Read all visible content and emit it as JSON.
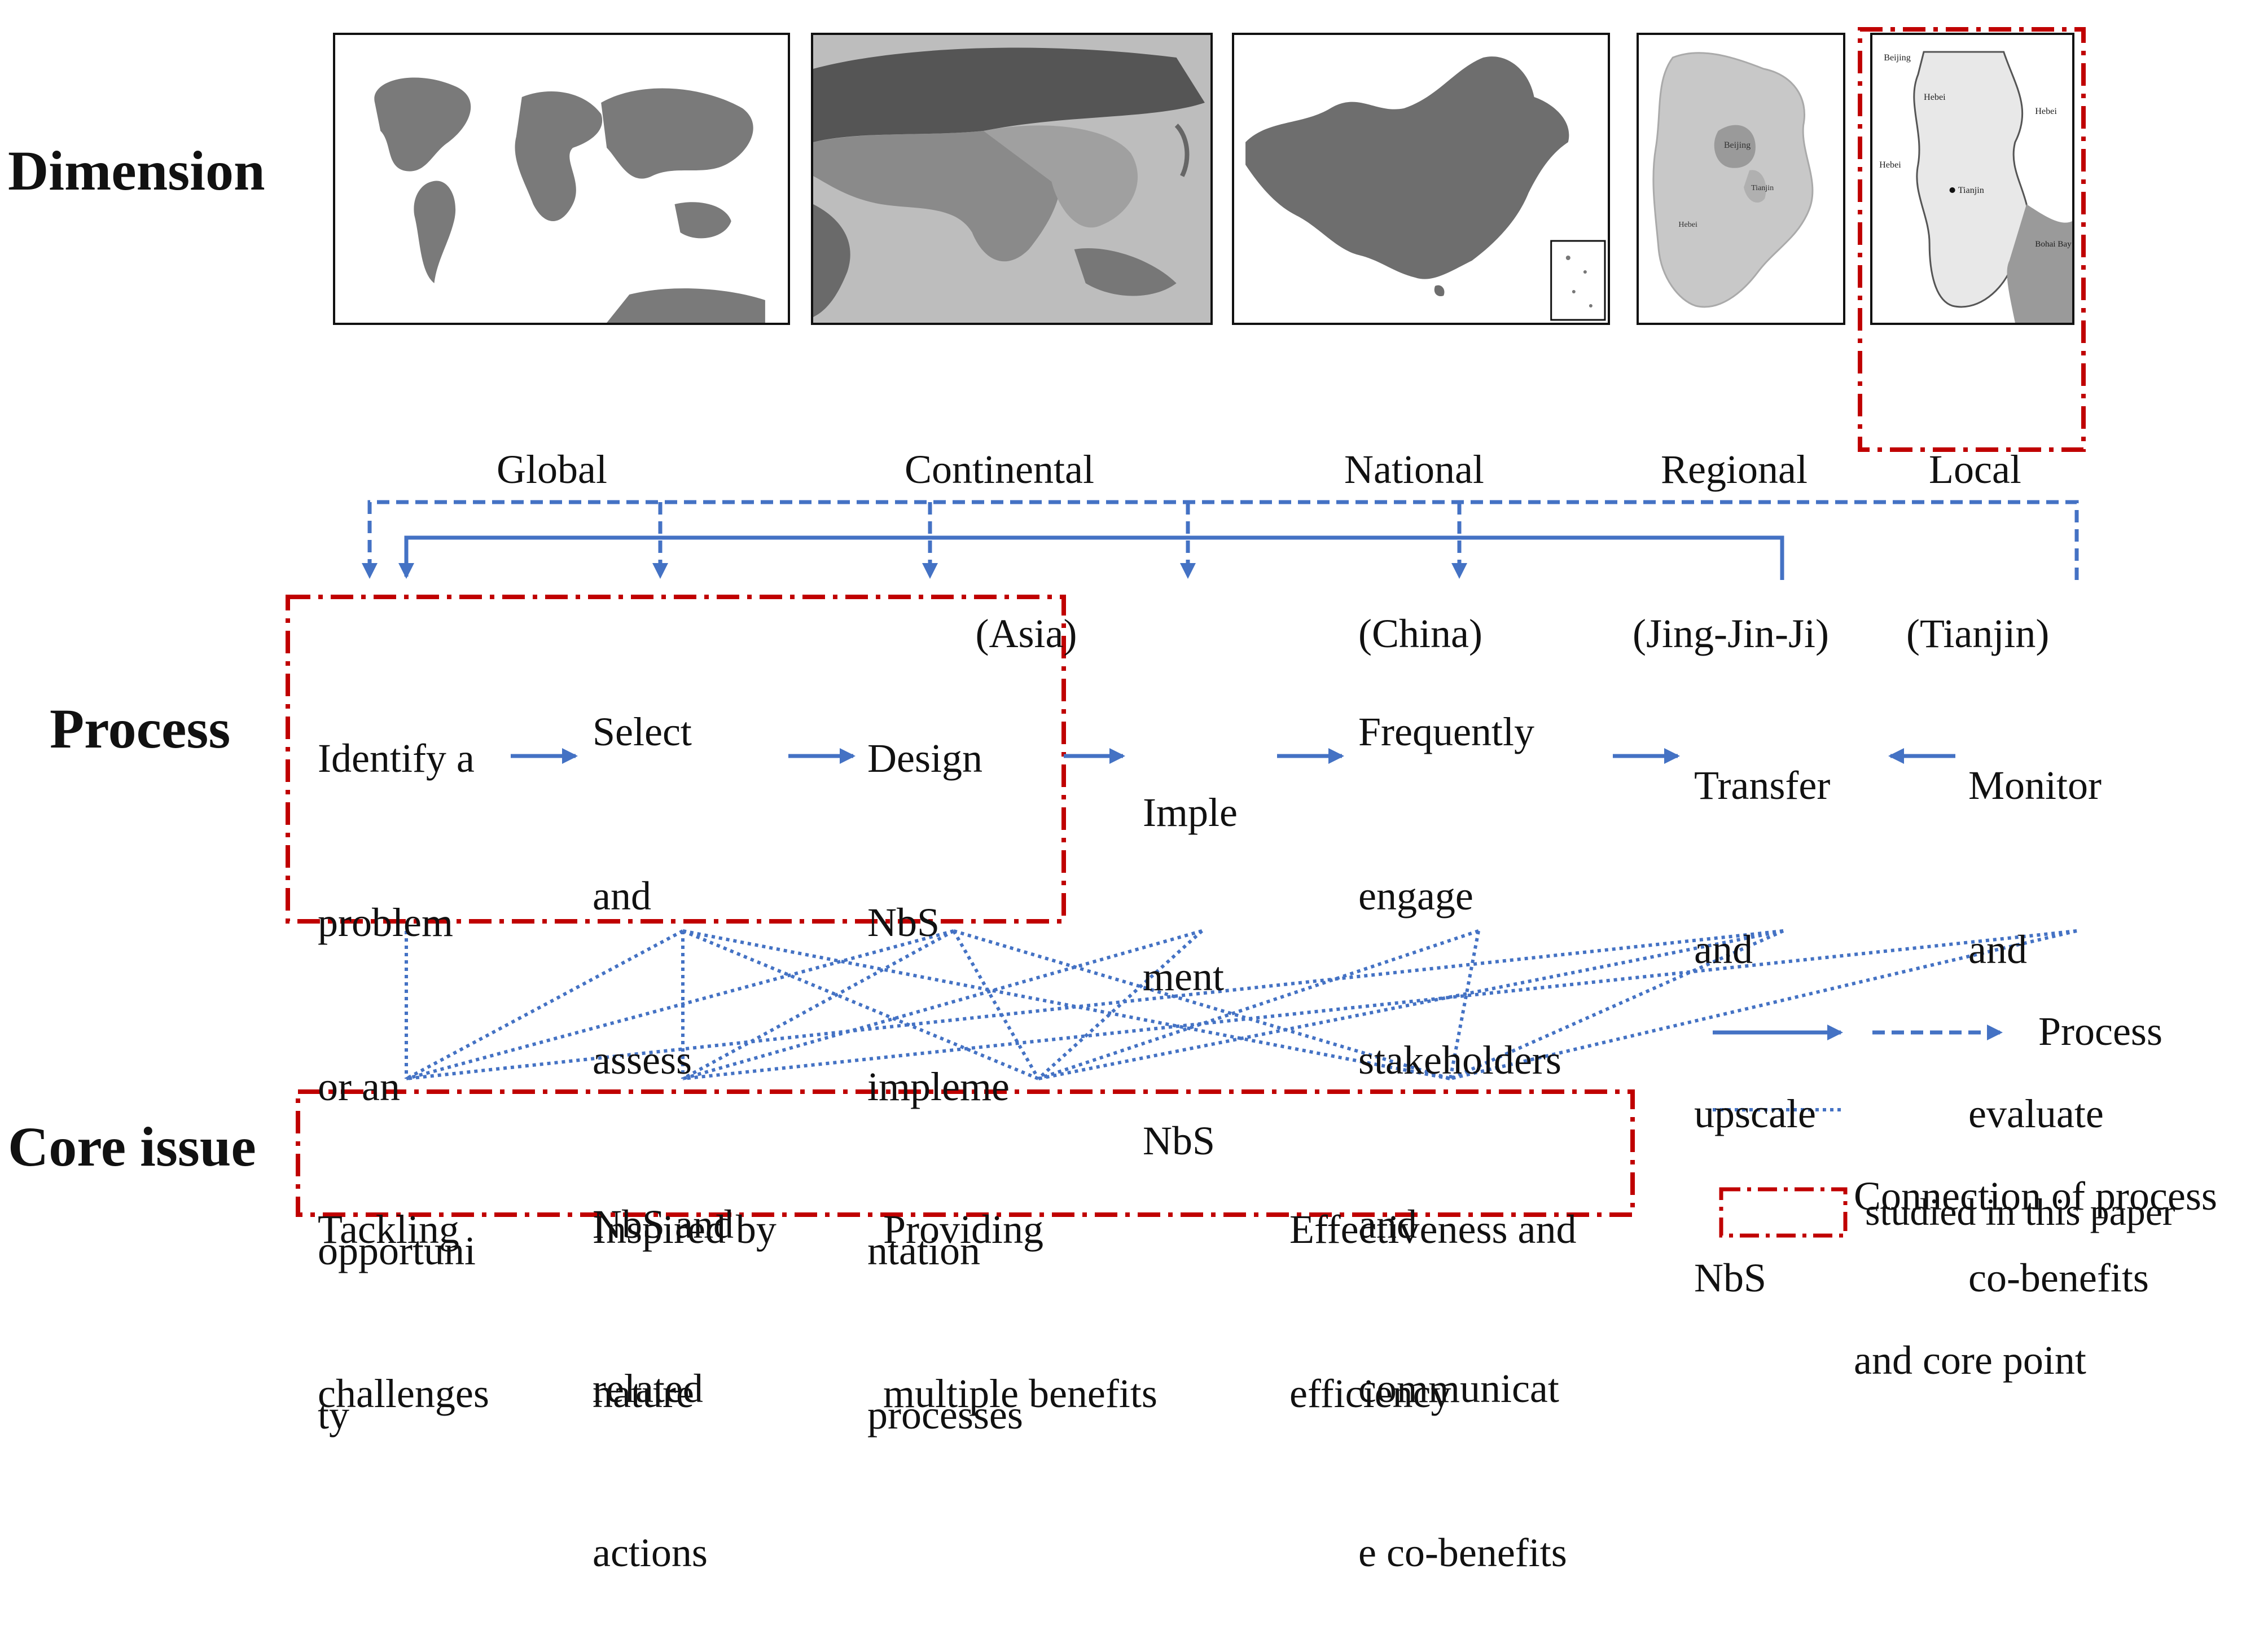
{
  "headings": {
    "dimension": "Dimension",
    "process": "Process",
    "core_issue": "Core issue"
  },
  "maps": [
    {
      "id": "global",
      "label": "Global",
      "sub": ""
    },
    {
      "id": "continental",
      "label": "Continental",
      "sub": "(Asia)"
    },
    {
      "id": "national",
      "label": "National",
      "sub": "(China)"
    },
    {
      "id": "regional",
      "label": "Regional",
      "sub": "(Jing-Jin-Ji)"
    },
    {
      "id": "local",
      "label": "Local",
      "sub": "(Tianjin)"
    }
  ],
  "map_labels": {
    "beijing": "Beijing",
    "hebei": "Hebei",
    "tianjin": "Tianjin",
    "bohai_bay": "Bohai Bay"
  },
  "process_steps": [
    [
      "Identify a",
      "problem",
      "or an",
      "opportuni",
      "ty"
    ],
    [
      "Select",
      "and",
      "assess",
      "NbS and",
      "related",
      "actions"
    ],
    [
      "Design",
      "NbS",
      "impleme",
      "ntation",
      "processes"
    ],
    [
      "Imple",
      "ment",
      "NbS"
    ],
    [
      "Frequently",
      "engage",
      "stakeholders",
      "and",
      "communicat",
      "e co-benefits"
    ],
    [
      "Transfer",
      "and",
      "upscale",
      "NbS"
    ],
    [
      "Monitor",
      "and",
      "evaluate",
      "co-benefits"
    ]
  ],
  "core_issues": [
    [
      "Tackling",
      "challenges"
    ],
    [
      "Inspired by",
      "nature"
    ],
    [
      "Providing",
      "multiple benefits"
    ],
    [
      "Effectiveness and",
      "efficiency"
    ]
  ],
  "legend": {
    "process": "Process",
    "connection": [
      "Connection of process",
      "and core point"
    ],
    "studied": "studied in this paper"
  },
  "colors": {
    "process_blue": "#4472C4",
    "highlight_red": "#C00000",
    "land_dark": "#6e6e6e",
    "land_mid": "#8c8c8c",
    "land_light": "#c8c8c8",
    "land_pale": "#e6e6e6"
  }
}
